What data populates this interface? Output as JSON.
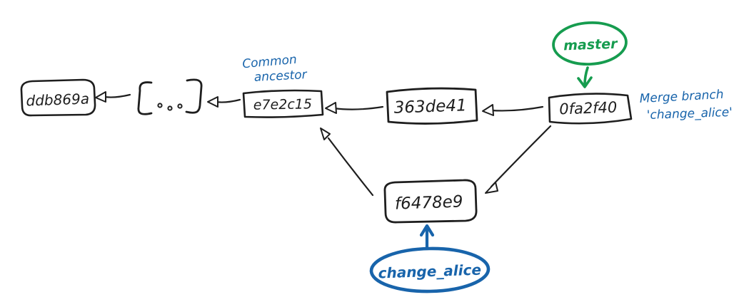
{
  "diagram": {
    "type": "git-commit-graph",
    "background": "#ffffff",
    "colors": {
      "ink": "#1e1e1e",
      "master_green": "#169c4f",
      "branch_blue": "#1864ab"
    },
    "commits": [
      {
        "id": "ddb869a",
        "label": "ddb869a"
      },
      {
        "id": "ellipsis",
        "label": "..."
      },
      {
        "id": "e7e2c15",
        "label": "e7e2c15"
      },
      {
        "id": "363de41",
        "label": "363de41"
      },
      {
        "id": "0fa2f40",
        "label": "0fa2f40"
      },
      {
        "id": "f6478e9",
        "label": "f6478e9"
      }
    ],
    "edges": [
      {
        "from": "ellipsis",
        "to": "ddb869a"
      },
      {
        "from": "e7e2c15",
        "to": "ellipsis"
      },
      {
        "from": "363de41",
        "to": "e7e2c15"
      },
      {
        "from": "0fa2f40",
        "to": "363de41"
      },
      {
        "from": "0fa2f40",
        "to": "f6478e9"
      },
      {
        "from": "f6478e9",
        "to": "e7e2c15"
      }
    ],
    "branches": [
      {
        "name": "master",
        "color": "#169c4f",
        "points_to": "0fa2f40"
      },
      {
        "name": "change_alice",
        "color": "#1864ab",
        "points_to": "f6478e9"
      }
    ],
    "annotations": {
      "common_ancestor": {
        "line1": "Common",
        "line2": "ancestor",
        "target": "e7e2c15",
        "color": "#1864ab"
      },
      "merge_note": {
        "line1": "Merge branch",
        "line2": "'change_alice'",
        "target": "0fa2f40",
        "color": "#1864ab"
      }
    }
  }
}
